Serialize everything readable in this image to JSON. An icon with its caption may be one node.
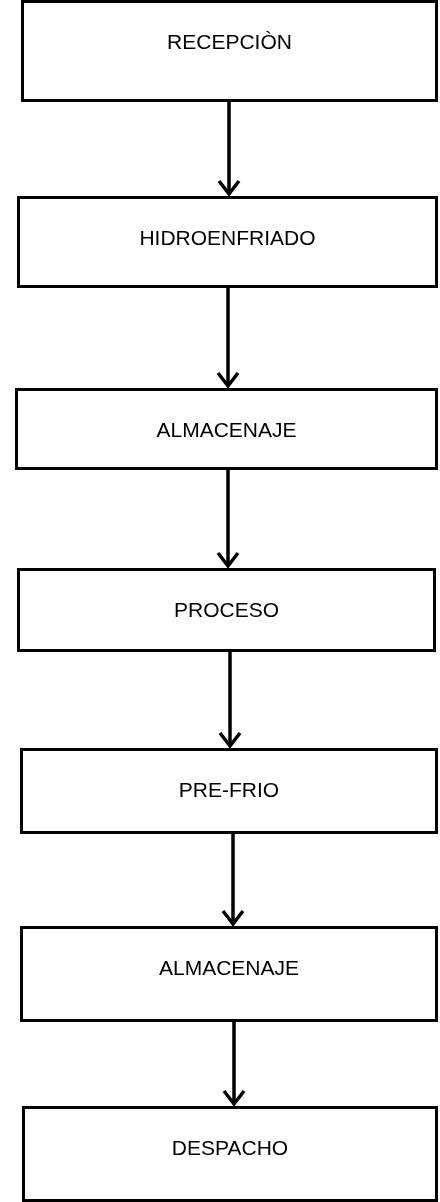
{
  "diagram": {
    "nodes": [
      {
        "text": [
          "RECEPCIÒN"
        ]
      },
      {
        "text": [
          "HIDROENFRIADO"
        ]
      },
      {
        "text": [
          "ALMACENAJE"
        ]
      },
      {
        "text": [
          "PROCESO"
        ]
      },
      {
        "text": [
          "PRE-FRIO"
        ]
      },
      {
        "text": [
          "ALMACENAJE"
        ]
      },
      {
        "text": [
          "DESPACHO"
        ]
      }
    ],
    "edges": [
      {
        "from": 0,
        "to": 1,
        "arrow": "to"
      },
      {
        "from": 1,
        "to": 2,
        "arrow": "to"
      },
      {
        "from": 2,
        "to": 3,
        "arrow": "to"
      },
      {
        "from": 3,
        "to": 4,
        "arrow": "to"
      },
      {
        "from": 4,
        "to": 5,
        "arrow": "to"
      },
      {
        "from": 5,
        "to": 6,
        "arrow": "to"
      }
    ]
  }
}
